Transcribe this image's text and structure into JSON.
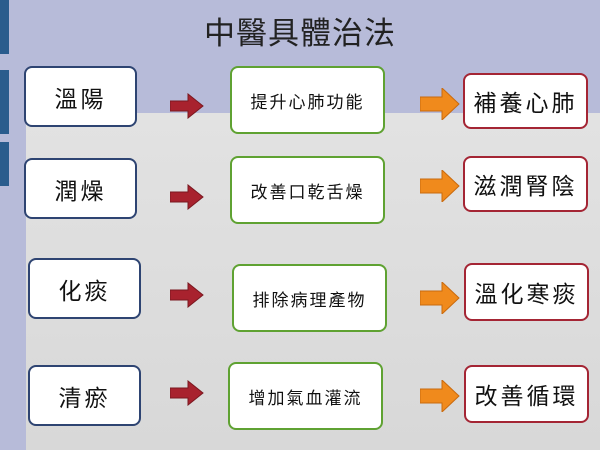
{
  "title": "中醫具體治法",
  "rows": [
    {
      "method": "溫陽",
      "action": "提升心肺功能",
      "result": "補養心肺"
    },
    {
      "method": "潤燥",
      "action": "改善口乾舌燥",
      "result": "滋潤腎陰"
    },
    {
      "method": "化痰",
      "action": "排除病理產物",
      "result": "溫化寒痰"
    },
    {
      "method": "清瘀",
      "action": "增加氣血灌流",
      "result": "改善循環"
    }
  ],
  "colors": {
    "top_band": "#b7bbd9",
    "accent_bar": "#2a5c8d",
    "method_border": "#2e4472",
    "action_border": "#5fa232",
    "result_border": "#a42534",
    "red_arrow": "#a8222e",
    "orange_arrow": "#f08a1c"
  },
  "icons": {
    "row_connector": "red-arrow-icon",
    "result_connector": "orange-arrow-icon"
  }
}
